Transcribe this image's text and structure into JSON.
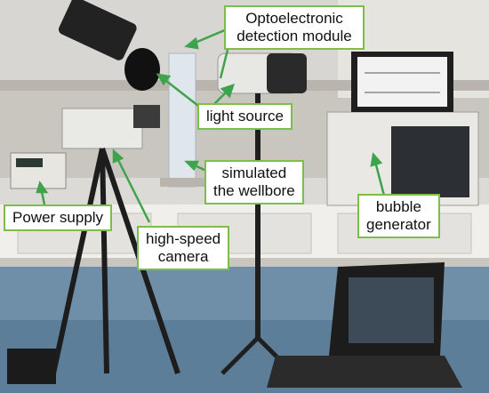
{
  "labels": {
    "optoelectronic": [
      "Optoelectronic",
      "detection module"
    ],
    "light_source": "light source",
    "wellbore": [
      "simulated",
      "the wellbore"
    ],
    "power_supply": "Power supply",
    "high_speed_camera": [
      "high-speed",
      "camera"
    ],
    "bubble_generator": [
      "bubble",
      "generator"
    ]
  },
  "colors": {
    "callout_border": "#7bbf4a",
    "leader_line": "#3fa34d"
  }
}
